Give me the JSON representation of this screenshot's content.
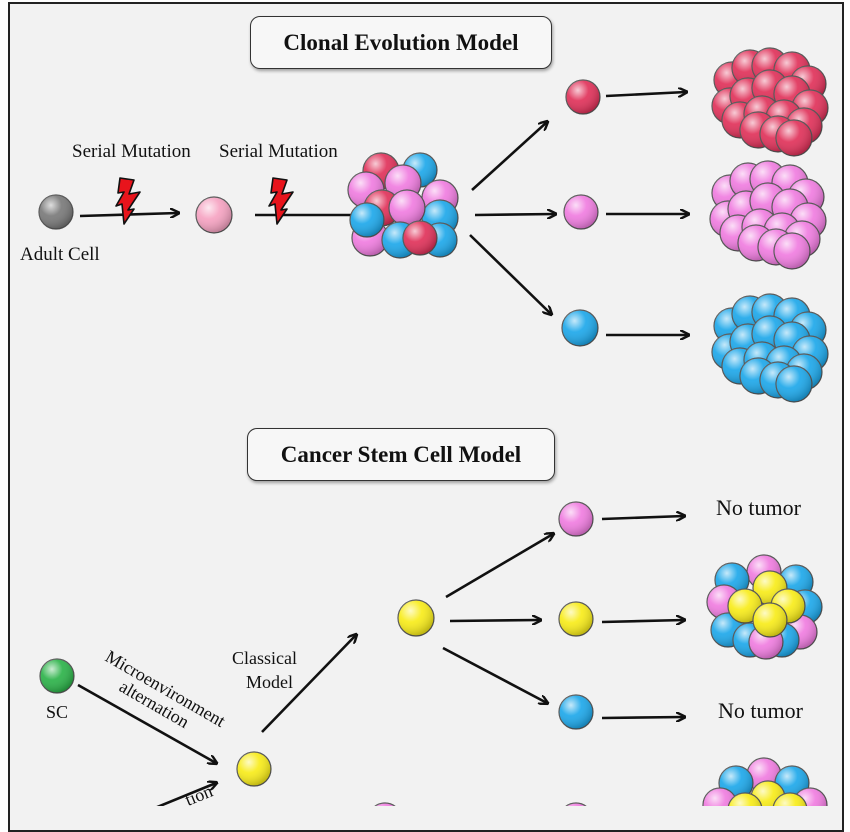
{
  "clonal": {
    "title": "Clonal Evolution Model",
    "mutation_label_1": "Serial Mutation",
    "mutation_label_2": "Serial Mutation",
    "adult_cell_label": "Adult Cell"
  },
  "csc": {
    "title": "Cancer Stem Cell Model",
    "sc_label": "SC",
    "microenv_line1": "Microenvironment",
    "microenv_line2": "alternation",
    "classical_line1": "Classical",
    "classical_line2": "Model",
    "no_tumor_1": "No tumor",
    "no_tumor_2": "No tumor",
    "cut_label": "tion"
  },
  "colors": {
    "red": "#e0325a",
    "light_pink": "#f6a3c2",
    "pink": "#f07de0",
    "blue": "#1ea8ea",
    "gray": "#7a7a7a",
    "green": "#2db34a",
    "yellow": "#f8ec1a",
    "bolt": "#e8141c"
  }
}
